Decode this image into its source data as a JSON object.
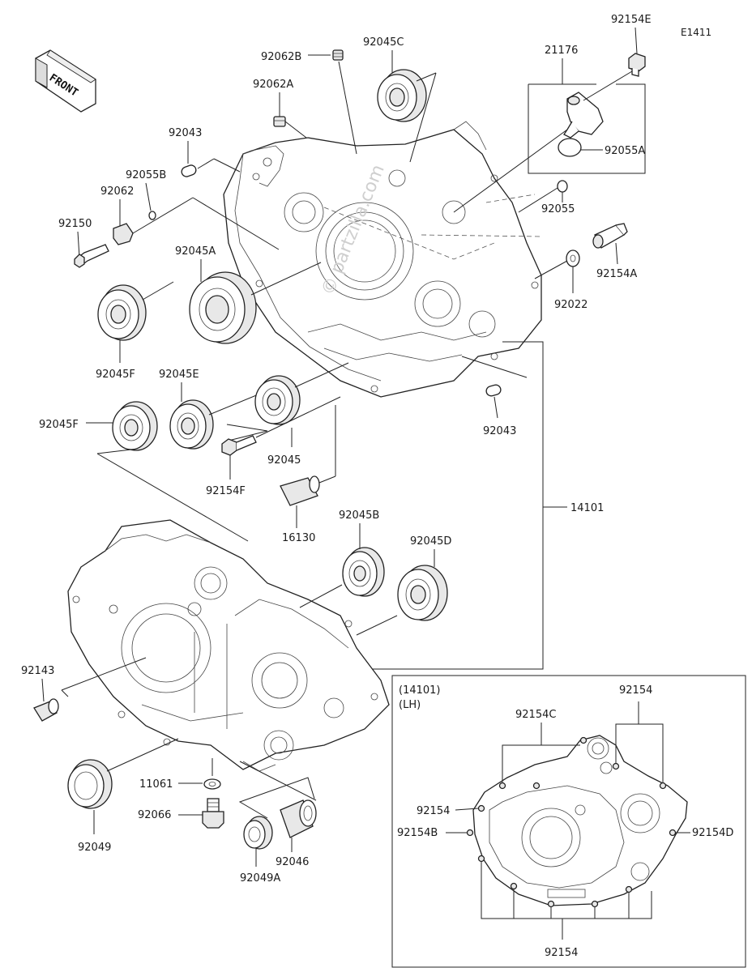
{
  "diagram_code": "E1411",
  "front_label": "FRONT",
  "watermark": "© partzilla.com",
  "labels": {
    "p92154E": "92154E",
    "p21176": "21176",
    "p92055A": "92055A",
    "p92055": "92055",
    "p92154A": "92154A",
    "p92022": "92022",
    "p92062B": "92062B",
    "p92045C": "92045C",
    "p92062A": "92062A",
    "p92043_top": "92043",
    "p92055B": "92055B",
    "p92062": "92062",
    "p92150": "92150",
    "p92045A": "92045A",
    "p92045F_a": "92045F",
    "p92045E": "92045E",
    "p92045F_b": "92045F",
    "p92045": "92045",
    "p92154F": "92154F",
    "p92043_right": "92043",
    "p16130": "16130",
    "p14101": "14101",
    "p92045B": "92045B",
    "p92045D": "92045D",
    "p92143": "92143",
    "p11061": "11061",
    "p92066": "92066",
    "p92049": "92049",
    "p92049A": "92049A",
    "p92046": "92046"
  },
  "inset": {
    "title_line1": "(14101)",
    "title_line2": "(LH)",
    "p92154C": "92154C",
    "p92154_top": "92154",
    "p92154_left": "92154",
    "p92154B": "92154B",
    "p92154D": "92154D",
    "p92154_bottom": "92154"
  }
}
